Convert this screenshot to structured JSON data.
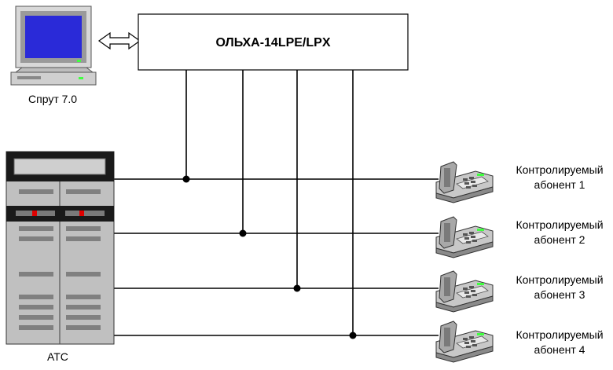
{
  "device": {
    "title": "ОЛЬХА-14LPE/LPX"
  },
  "computer": {
    "label": "Спрут 7.0"
  },
  "exchange": {
    "label": "АТС"
  },
  "subscribers": [
    {
      "line1": "Контролируемый",
      "line2": "абонент 1"
    },
    {
      "line1": "Контролируемый",
      "line2": "абонент 2"
    },
    {
      "line1": "Контролируемый",
      "line2": "абонент 3"
    },
    {
      "line1": "Контролируемый",
      "line2": "абонент 4"
    }
  ],
  "colors": {
    "rack_body": "#c0c0c0",
    "rack_dark": "#1a1a1a",
    "rack_slot": "#808080",
    "indicator": "#e00000",
    "screen": "#2a2ad8",
    "phone_body": "#c8c8c8",
    "phone_light": "#40ff40"
  }
}
